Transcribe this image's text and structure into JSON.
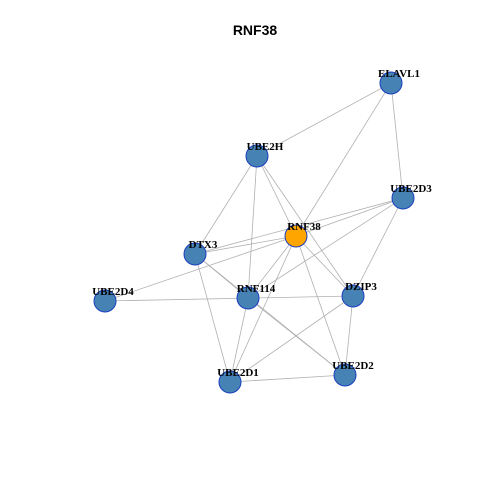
{
  "title": "RNF38",
  "colors": {
    "node_default": "#4682b4",
    "node_focus": "#ffa500",
    "node_border": "#1a3fbf",
    "edge": "#b0b0b0"
  },
  "nodes": [
    {
      "id": "ELAVL1",
      "label": "ELAVL1",
      "focus": false
    },
    {
      "id": "UBE2H",
      "label": "UBE2H",
      "focus": false
    },
    {
      "id": "UBE2D3",
      "label": "UBE2D3",
      "focus": false
    },
    {
      "id": "RNF38",
      "label": "RNF38",
      "focus": true
    },
    {
      "id": "DTX3",
      "label": "DTX3",
      "focus": false
    },
    {
      "id": "UBE2D4",
      "label": "UBE2D4",
      "focus": false
    },
    {
      "id": "RNF114",
      "label": "RNF114",
      "focus": false
    },
    {
      "id": "DZIP3",
      "label": "DZIP3",
      "focus": false
    },
    {
      "id": "UBE2D2",
      "label": "UBE2D2",
      "focus": false
    },
    {
      "id": "UBE2D1",
      "label": "UBE2D1",
      "focus": false
    }
  ],
  "edges": [
    [
      "ELAVL1",
      "UBE2H"
    ],
    [
      "ELAVL1",
      "RNF38"
    ],
    [
      "ELAVL1",
      "UBE2D3"
    ],
    [
      "UBE2H",
      "DTX3"
    ],
    [
      "UBE2H",
      "RNF38"
    ],
    [
      "UBE2H",
      "RNF114"
    ],
    [
      "UBE2H",
      "DZIP3"
    ],
    [
      "UBE2D3",
      "RNF38"
    ],
    [
      "UBE2D3",
      "DTX3"
    ],
    [
      "UBE2D3",
      "RNF114"
    ],
    [
      "UBE2D3",
      "DZIP3"
    ],
    [
      "RNF38",
      "DTX3"
    ],
    [
      "RNF38",
      "UBE2D4"
    ],
    [
      "RNF38",
      "RNF114"
    ],
    [
      "RNF38",
      "DZIP3"
    ],
    [
      "RNF38",
      "UBE2D2"
    ],
    [
      "RNF38",
      "UBE2D1"
    ],
    [
      "DTX3",
      "RNF114"
    ],
    [
      "DTX3",
      "UBE2D2"
    ],
    [
      "DTX3",
      "UBE2D1"
    ],
    [
      "UBE2D4",
      "DZIP3"
    ],
    [
      "RNF114",
      "UBE2D2"
    ],
    [
      "RNF114",
      "UBE2D1"
    ],
    [
      "DZIP3",
      "UBE2D2"
    ],
    [
      "DZIP3",
      "UBE2D1"
    ],
    [
      "UBE2D1",
      "UBE2D2"
    ]
  ]
}
